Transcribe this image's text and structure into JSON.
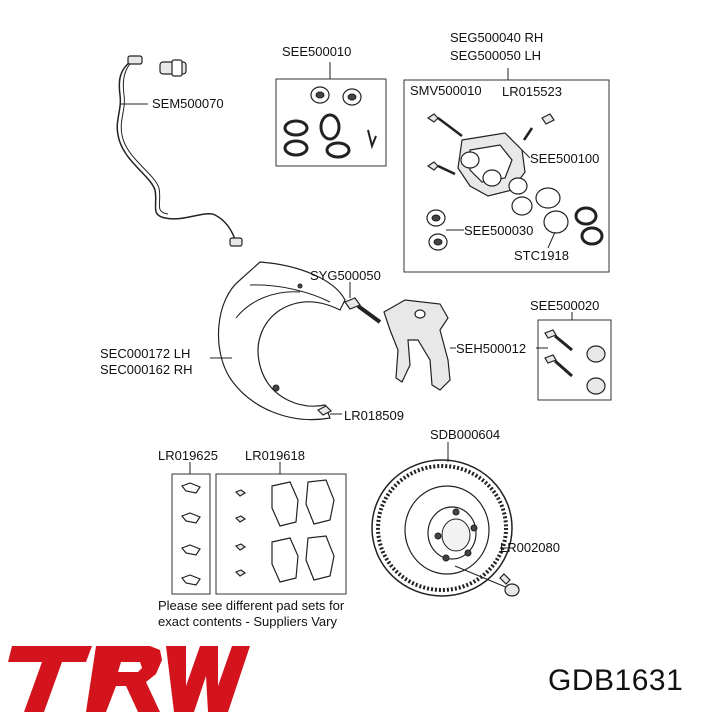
{
  "labels": {
    "sem500070": "SEM500070",
    "see500010": "SEE500010",
    "seg500040": "SEG500040 RH",
    "seg500050": "SEG500050 LH",
    "smv500010": "SMV500010",
    "lr015523": "LR015523",
    "see500100": "SEE500100",
    "see500030": "SEE500030",
    "stc1918": "STC1918",
    "syg500050": "SYG500050",
    "see500020": "SEE500020",
    "sec000172": "SEC000172 LH",
    "sec000162": "SEC000162 RH",
    "seh500012": "SEH500012",
    "lr018509": "LR018509",
    "lr019625": "LR019625",
    "lr019618": "LR019618",
    "sdb000604": "SDB000604",
    "lr002080": "LR002080"
  },
  "note": {
    "line1": "Please see different pad sets for",
    "line2": "exact contents - Suppliers Vary"
  },
  "brand": {
    "logo_text": "TRW",
    "logo_color": "#d3141c"
  },
  "part_number": "GDB1631",
  "icons": {
    "sensor": "wear-sensor-icon",
    "caliper": "caliper-icon",
    "disc": "brake-disc-icon",
    "shield": "dust-shield-icon",
    "pads": "brake-pad-icon"
  }
}
